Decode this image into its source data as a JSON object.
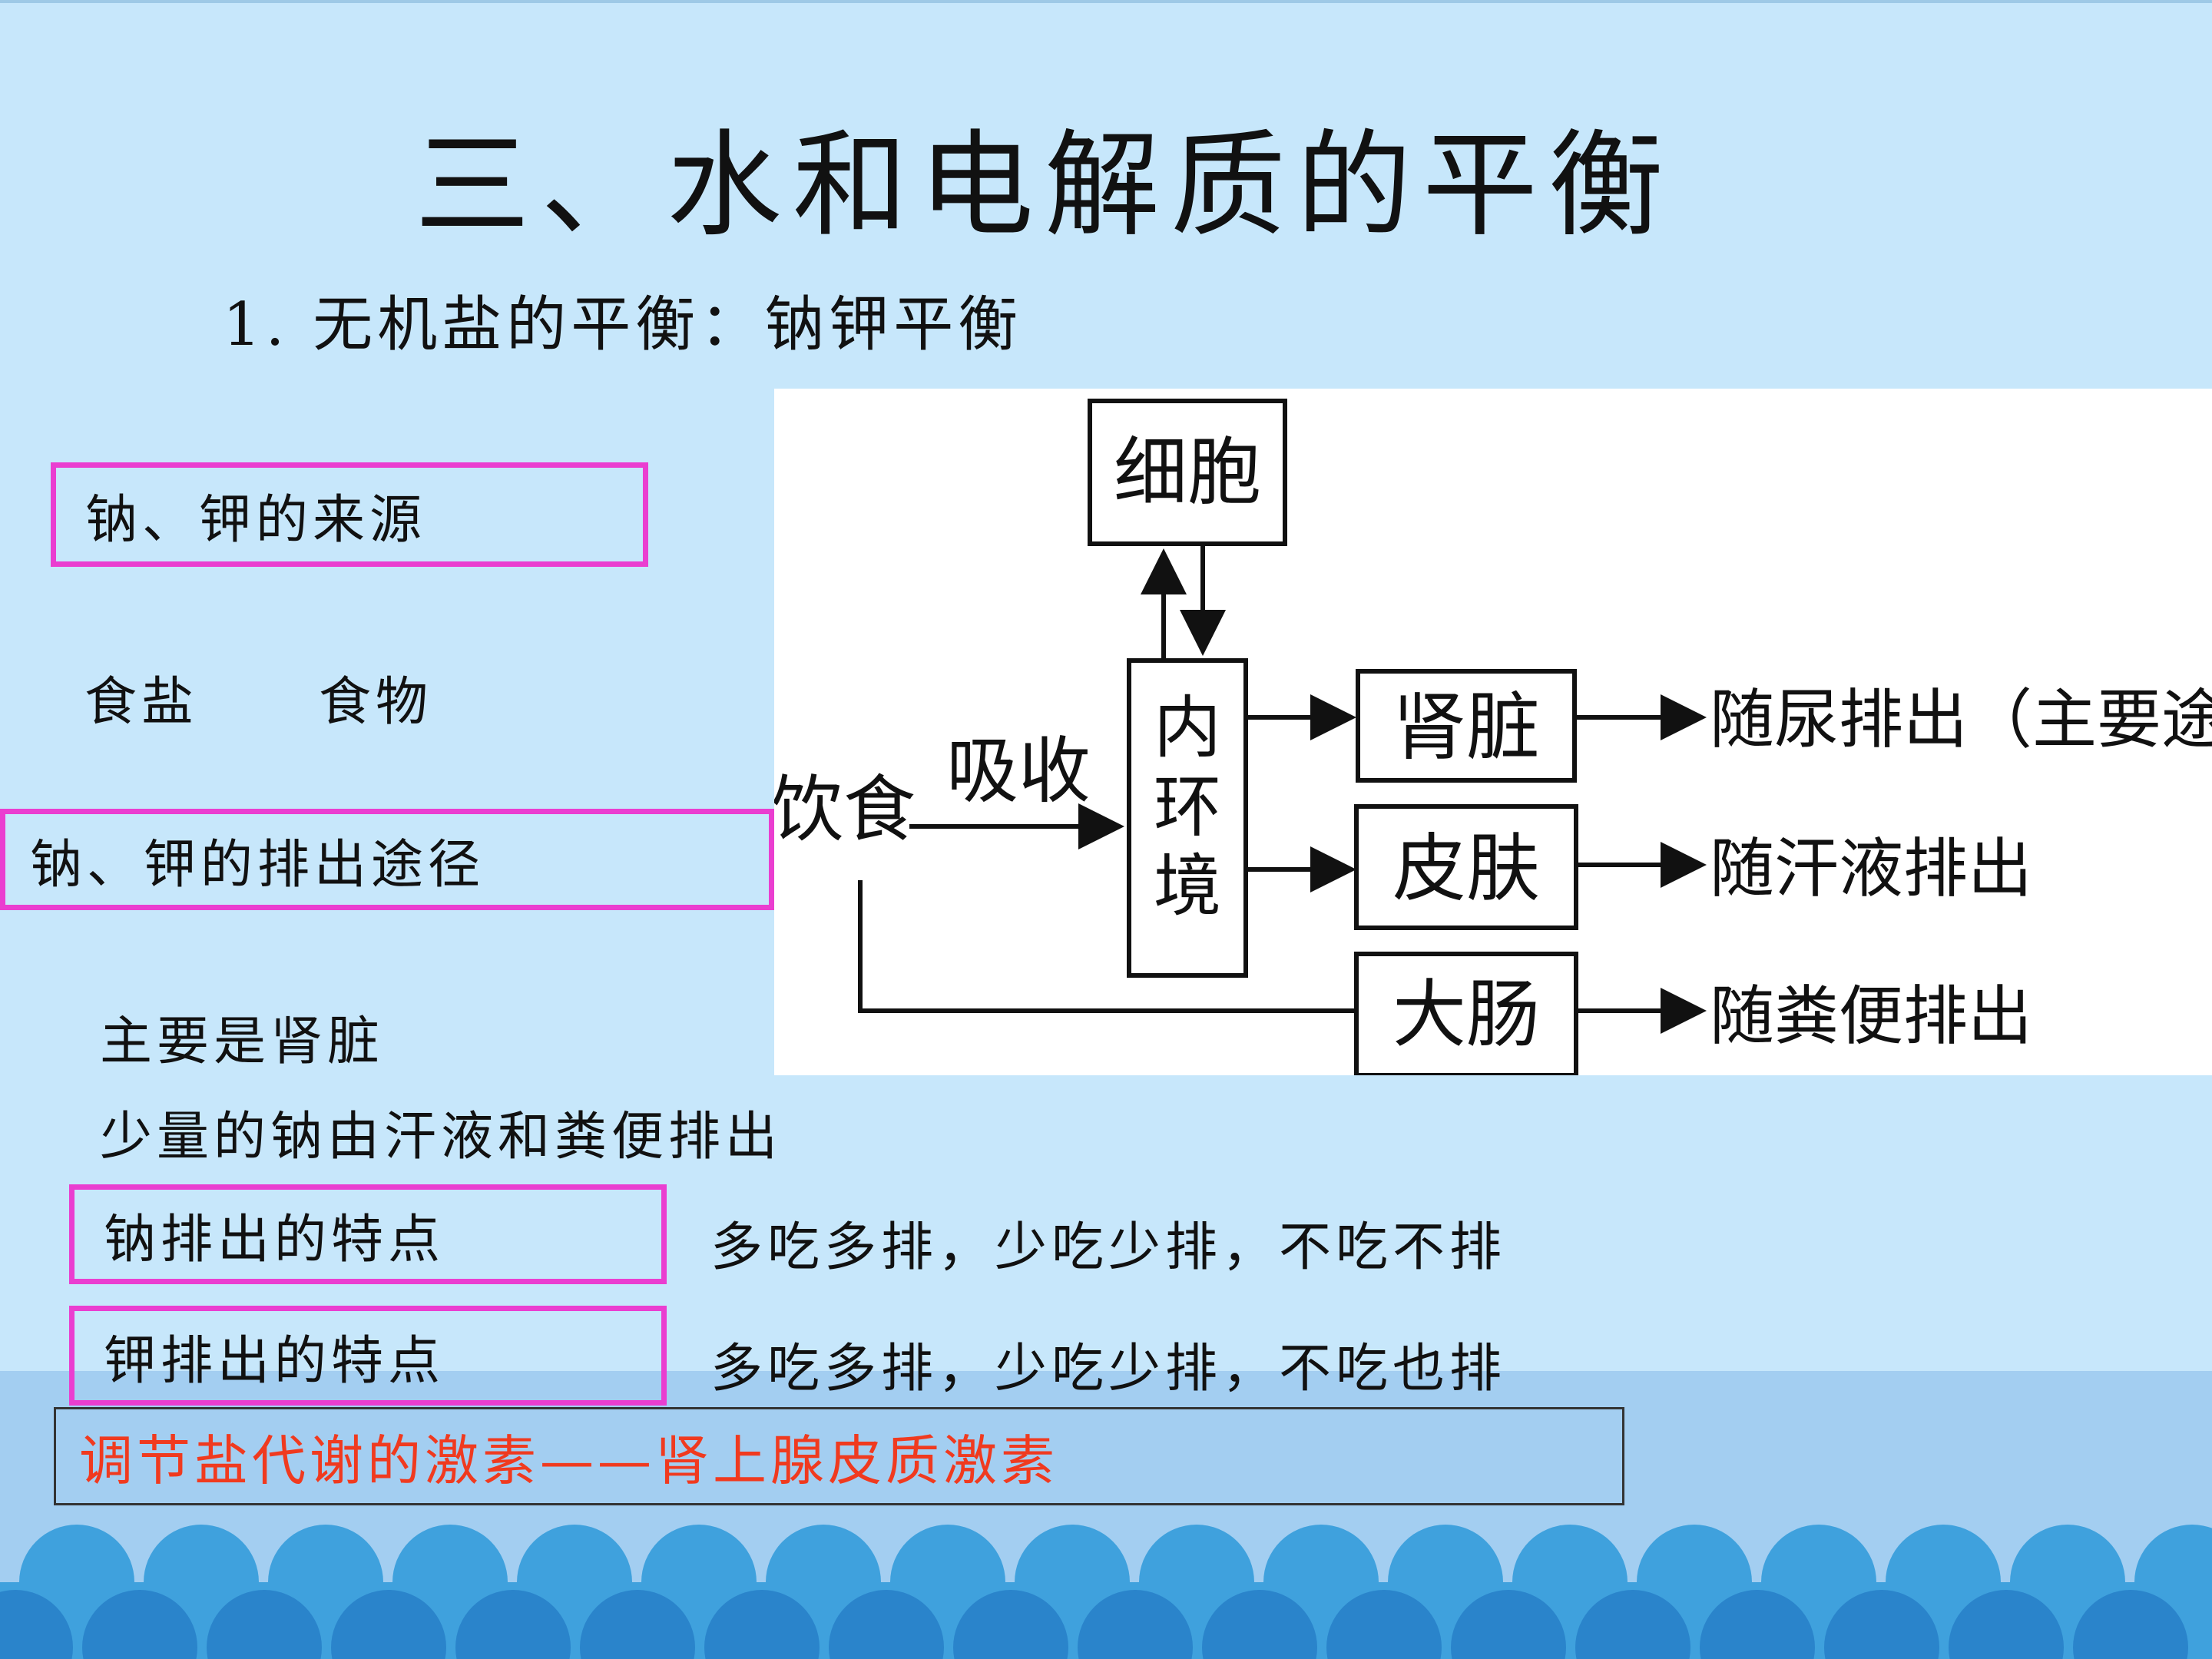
{
  "slide": {
    "title": "三、水和电解质的平衡",
    "subtitle": "1. 无机盐的平衡：钠钾平衡",
    "source_box": "钠、钾的来源",
    "source_items": [
      "食盐",
      "食物"
    ],
    "excretion_box": "钠、钾的排出途径",
    "excretion_main": "主要是肾脏",
    "excretion_minor": "少量的钠由汗液和粪便排出",
    "sodium_box": "钠排出的特点",
    "sodium_rule": "多吃多排，少吃少排，不吃不排",
    "potassium_box": "钾排出的特点",
    "potassium_rule": "多吃多排，少吃少排，不吃也排",
    "hormone_line": "调节盐代谢的激素——肾上腺皮质激素"
  },
  "diagram": {
    "cell": "细胞",
    "diet": "饮食",
    "absorb": "吸收",
    "internal_env": [
      "内",
      "环",
      "境"
    ],
    "kidney": "肾脏",
    "skin": "皮肤",
    "intestine": "大肠",
    "out_kidney": "随尿排出（主要途径）",
    "out_skin": "随汗液排出",
    "out_intestine": "随粪便排出"
  },
  "colors": {
    "background": "#c7e7fb",
    "box_border": "#ea3ed0",
    "hormone_text": "#f03a1f",
    "wave_light": "#3fa1dd",
    "wave_dark": "#2a84cb"
  }
}
